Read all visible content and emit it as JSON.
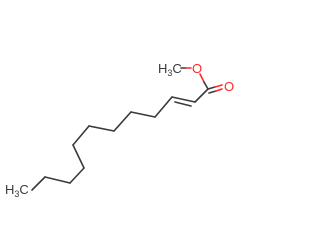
{
  "molecule": {
    "atoms": {
      "methyl_top": {
        "main": "H",
        "sub": "3",
        "tail": "C"
      },
      "ether_oxygen": "O",
      "carbonyl_oxygen": "O",
      "methyl_bottom": {
        "main": "H",
        "sub": "3",
        "tail": "C"
      }
    },
    "colors": {
      "carbon_bond": "#3a3a3a",
      "oxygen": "#ff2a2a",
      "background": "#ffffff"
    }
  }
}
